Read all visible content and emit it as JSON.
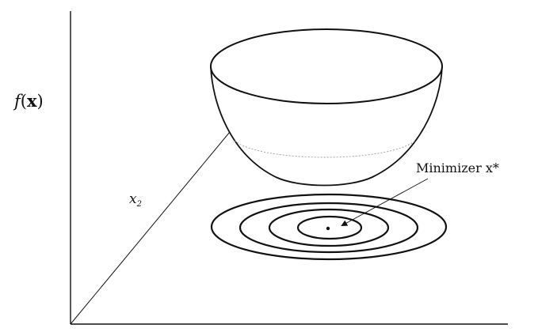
{
  "figure": {
    "y_axis_label": {
      "prefix": "f",
      "open_paren": "(",
      "variable": "x",
      "close_paren": ")"
    },
    "x2_label": {
      "base": "x",
      "subscript": "2"
    },
    "minimizer_label": "Minimizer x*",
    "contour_count": 4,
    "colors": {
      "stroke": "#111111",
      "hidden_line": "#9a9a9a",
      "background": "#ffffff"
    }
  }
}
